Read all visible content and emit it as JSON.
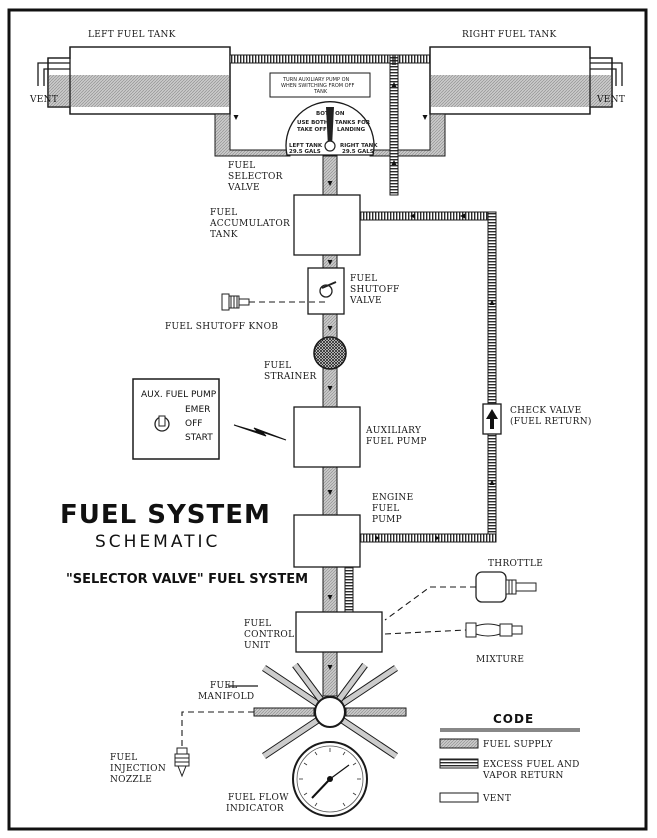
{
  "labels": {
    "left_tank": "LEFT FUEL TANK",
    "right_tank": "RIGHT FUEL TANK",
    "vent_left": "VENT",
    "vent_right": "VENT",
    "placard_line1": "TURN AUXILIARY PUMP ON",
    "placard_line2": "WHEN SWITCHING FROM OFF",
    "placard_line3": "TANK",
    "selector_both_on": "BOTH ON",
    "selector_left_tank": "LEFT TANK",
    "selector_left_gals": "29.5 GALS",
    "selector_right_tank": "RIGHT TANK",
    "selector_right_gals": "29.5 GALS",
    "selector_use_both_1": "USE BOTH",
    "selector_use_both_2": "TAKE OFF",
    "selector_tanks_for_1": "TANKS FOR",
    "selector_tanks_for_2": "LANDING",
    "fuel_selector_1": "FUEL",
    "fuel_selector_2": "SELECTOR",
    "fuel_selector_3": "VALVE",
    "accumulator_1": "FUEL",
    "accumulator_2": "ACCUMULATOR",
    "accumulator_3": "TANK",
    "shutoff_valve_1": "FUEL",
    "shutoff_valve_2": "SHUTOFF",
    "shutoff_valve_3": "VALVE",
    "shutoff_knob": "FUEL SHUTOFF KNOB",
    "strainer_1": "FUEL",
    "strainer_2": "STRAINER",
    "aux_switch_title": "AUX. FUEL PUMP",
    "aux_switch_emer": "EMER",
    "aux_switch_off": "OFF",
    "aux_switch_start": "START",
    "aux_pump_1": "AUXILIARY",
    "aux_pump_2": "FUEL PUMP",
    "check_valve_1": "CHECK VALVE",
    "check_valve_2": "(FUEL RETURN)",
    "engine_pump_1": "ENGINE",
    "engine_pump_2": "FUEL",
    "engine_pump_3": "PUMP",
    "throttle": "THROTTLE",
    "mixture": "MIXTURE",
    "control_unit_1": "FUEL",
    "control_unit_2": "CONTROL",
    "control_unit_3": "UNIT",
    "manifold_1": "FUEL",
    "manifold_2": "MANIFOLD",
    "nozzle_1": "FUEL",
    "nozzle_2": "INJECTION",
    "nozzle_3": "NOZZLE",
    "flow_indicator_1": "FUEL FLOW",
    "flow_indicator_2": "INDICATOR"
  },
  "title": {
    "main": "FUEL SYSTEM",
    "sub": "SCHEMATIC",
    "system": "\"SELECTOR VALVE\" FUEL SYSTEM"
  },
  "code": {
    "title": "CODE",
    "items": [
      "FUEL SUPPLY",
      "EXCESS FUEL AND",
      "VAPOR RETURN",
      "VENT"
    ]
  },
  "colors": {
    "fuel_supply": "#bdbdbd",
    "outline": "#1a1a1a",
    "background": "#ffffff"
  }
}
